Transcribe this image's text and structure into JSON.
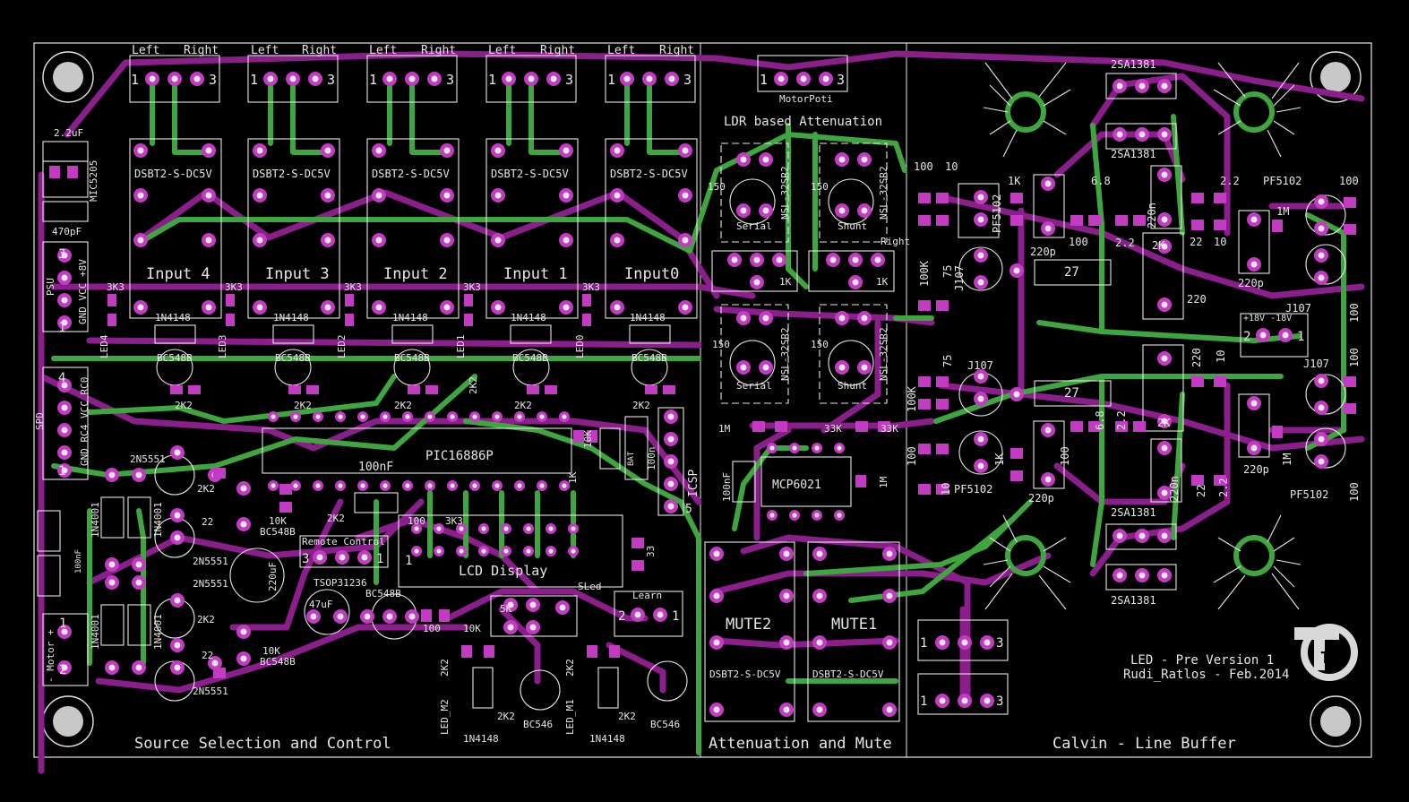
{
  "colors": {
    "background": "#000000",
    "silkscreen": "#e6e6e6",
    "top_copper": "#3fa53f",
    "bottom_copper": "#8a1e8a",
    "pad": "#c33ac3",
    "hole": "#e6e6e6"
  },
  "board_info": {
    "title": "LED - Pre Version 1",
    "author": "Rudi_Ratlos - Feb.2014",
    "logo_letters": "TR"
  },
  "sections": {
    "source": "Source Selection and Control",
    "attenuation": "Attenuation and Mute",
    "buffer": "Calvin - Line Buffer",
    "ldr": "LDR based Attenuation"
  },
  "input_channels": [
    {
      "name": "Input 4",
      "left": "Left",
      "right": "Right",
      "relay": "DSBT2-S-DC5V",
      "led": "LED4",
      "res": "3K3",
      "diode": "1N4148",
      "transistor": "BC548B",
      "base_res": "2K2"
    },
    {
      "name": "Input 3",
      "left": "Left",
      "right": "Right",
      "relay": "DSBT2-S-DC5V",
      "led": "LED3",
      "res": "3K3",
      "diode": "1N4148",
      "transistor": "BC548B",
      "base_res": "2K2"
    },
    {
      "name": "Input 2",
      "left": "Left",
      "right": "Right",
      "relay": "DSBT2-S-DC5V",
      "led": "LED2",
      "res": "3K3",
      "diode": "1N4148",
      "transistor": "BC548B",
      "base_res": "2K2"
    },
    {
      "name": "Input 1",
      "left": "Left",
      "right": "Right",
      "relay": "DSBT2-S-DC5V",
      "led": "LED1",
      "res": "3K3",
      "diode": "1N4148",
      "transistor": "BC548B",
      "base_res": "2K2"
    },
    {
      "name": "Input0",
      "left": "Left",
      "right": "Right",
      "relay": "DSBT2-S-DC5V",
      "led": "LED0",
      "res": "3K3",
      "diode": "1N4148",
      "transistor": "BC548B",
      "base_res": "2K2"
    }
  ],
  "connector_pin_labels": {
    "first": "1",
    "last": "3",
    "two": "2",
    "four": "4",
    "five": "5"
  },
  "power_section": {
    "cap_top": "2.2uF",
    "regulator": "MIC5205",
    "cap_mid": "470pF",
    "psu_label": "PSU",
    "psu_pins": "GND VCC +8V",
    "spd_label": "SPD",
    "spd_pins": "GND RC4 VCC RC0"
  },
  "motor_section": {
    "motor_label": "- Motor +",
    "diode_a": "1N4001",
    "diode_b": "1N4001",
    "transistor_a": "2N5551",
    "transistor_b": "2N5551",
    "transistor_c": "2N5551",
    "transistor_d": "2N5551",
    "res_a": "2K2",
    "res_b": "22",
    "res_c": "2K2",
    "res_d": "22",
    "res_e": "10K",
    "res_f": "10K",
    "bc_a": "BC548B",
    "bc_b": "BC548B",
    "big_cap": "220uF",
    "cap_100nf": "100nF"
  },
  "control_section": {
    "mcu": "PIC16886P",
    "mcu_cap": "100nF",
    "remote": "Remote Control",
    "ir": "TSOP31236",
    "cap_47": "47uF",
    "bc_remote": "BC548B",
    "res_100": "100",
    "res_3k3": "3K3",
    "res_10k": "10K",
    "res_2k2": "2K2",
    "lcd": "LCD Display",
    "pot": "5K",
    "sled": "SLed",
    "learn": "Learn",
    "icsp": "ICSP",
    "bat": "BAT",
    "res_1k": "1K",
    "res_10k2": "10K",
    "res_33": "33",
    "res_100n": "100n",
    "led_m2": "LED_M2",
    "led_m1": "LED_M1",
    "d_m2": "1N4148",
    "d_m1": "1N4148",
    "t_m2": "BC546",
    "t_m1": "BC546",
    "r_m2a": "2K2",
    "r_m2b": "2K2",
    "r_m1a": "2K2",
    "r_m1b": "2K2"
  },
  "attenuation_section": {
    "motor_poti": "MotorPoti",
    "nsl_a": "NSL-32SR2",
    "nsl_b": "NSL-32SR2",
    "nsl_c": "NSL-32SR2",
    "nsl_d": "NSL-32SR2",
    "serial": "Serial",
    "shunt": "Shunt",
    "serial_b": "Serial",
    "shunt_b": "Shunt",
    "r150": "150",
    "r1k": "1K",
    "r1m": "1M",
    "r33k": "33K",
    "right": "Right",
    "opamp": "MCP6021",
    "opamp_cap": "100nF",
    "mute2": "MUTE2",
    "mute1": "MUTE1",
    "relay": "DSBT2-S-DC5V"
  },
  "buffer_section": {
    "transistor_top": "2SA1381",
    "transistor_bottom": "2SA1381",
    "jfet": "J107",
    "pf": "PF5102",
    "r100": "100",
    "r10": "10",
    "r100k": "100K",
    "r75": "75",
    "r1k": "1K",
    "r27": "27",
    "r6_8": "6.8",
    "r2_2": "2.2",
    "r2k": "2K",
    "r22": "22",
    "r220": "220",
    "c220n": "220n",
    "c220p": "220p",
    "r1m": "1M",
    "supply": "+18V -18V"
  }
}
